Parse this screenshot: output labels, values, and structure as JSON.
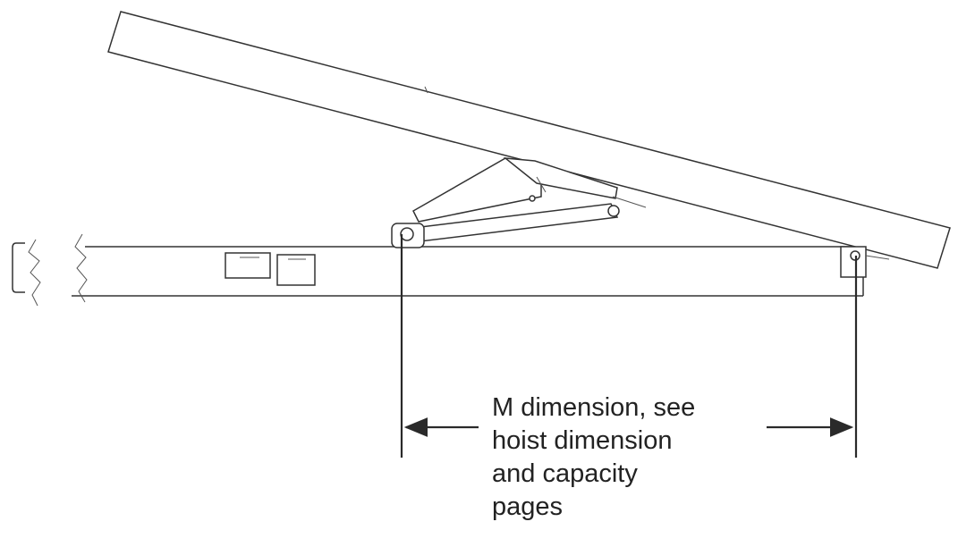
{
  "annotation": {
    "lines": [
      "M dimension, see",
      "hoist dimension",
      "and capacity",
      "pages"
    ]
  },
  "colors": {
    "line": "#333333",
    "background": "#ffffff"
  }
}
